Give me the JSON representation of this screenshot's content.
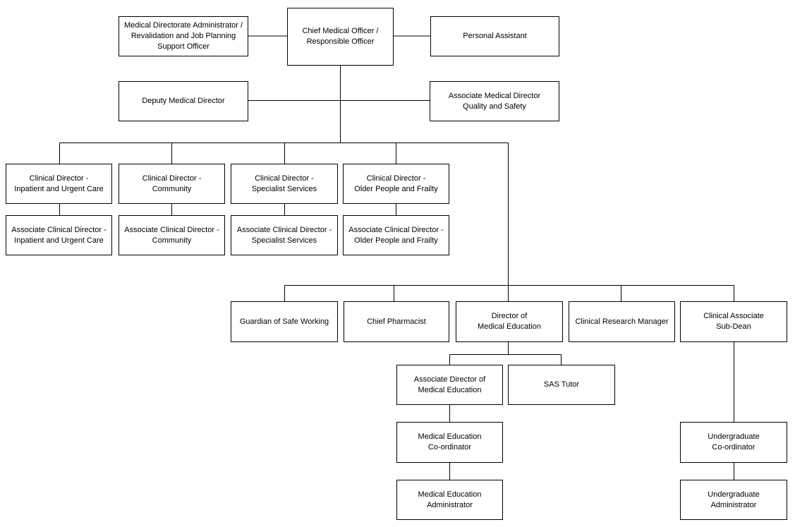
{
  "org_chart": {
    "line_color": "#000000",
    "box_border_color": "#000000",
    "box_fill_color": "#ffffff",
    "nodes": {
      "chief_medical_officer": "Chief Medical Officer /\nResponsible Officer",
      "directorate_administrator": "Medical Directorate Administrator /\nRevalidation and Job Planning\nSupport Officer",
      "personal_assistant": "Personal Assistant",
      "deputy_medical_director": "Deputy Medical Director",
      "amd_quality_safety": "Associate Medical Director\nQuality and Safety",
      "cd_inpatient": "Clinical Director -\nInpatient and Urgent Care",
      "cd_community": "Clinical Director -\nCommunity",
      "cd_specialist": "Clinical Director -\nSpecialist Services",
      "cd_older_people": "Clinical Director -\nOlder People and Frailty",
      "acd_inpatient": "Associate Clinical Director -\nInpatient and Urgent Care",
      "acd_community": "Associate Clinical Director -\nCommunity",
      "acd_specialist": "Associate Clinical Director -\nSpecialist Services",
      "acd_older_people": "Associate Clinical Director -\nOlder People and Frailty",
      "guardian_safe_working": "Guardian of Safe Working",
      "chief_pharmacist": "Chief Pharmacist",
      "director_medical_education": "Director of\nMedical Education",
      "clinical_research_manager": "Clinical Research Manager",
      "clinical_associate_sub_dean": "Clinical Associate\nSub-Dean",
      "associate_director_med_ed": "Associate Director of\nMedical Education",
      "sas_tutor": "SAS Tutor",
      "med_ed_coordinator": "Medical Education\nCo-ordinator",
      "med_ed_administrator": "Medical Education\nAdministrator",
      "undergraduate_coordinator": "Undergraduate\nCo-ordinator",
      "undergraduate_administrator": "Undergraduate\nAdministrator"
    }
  }
}
